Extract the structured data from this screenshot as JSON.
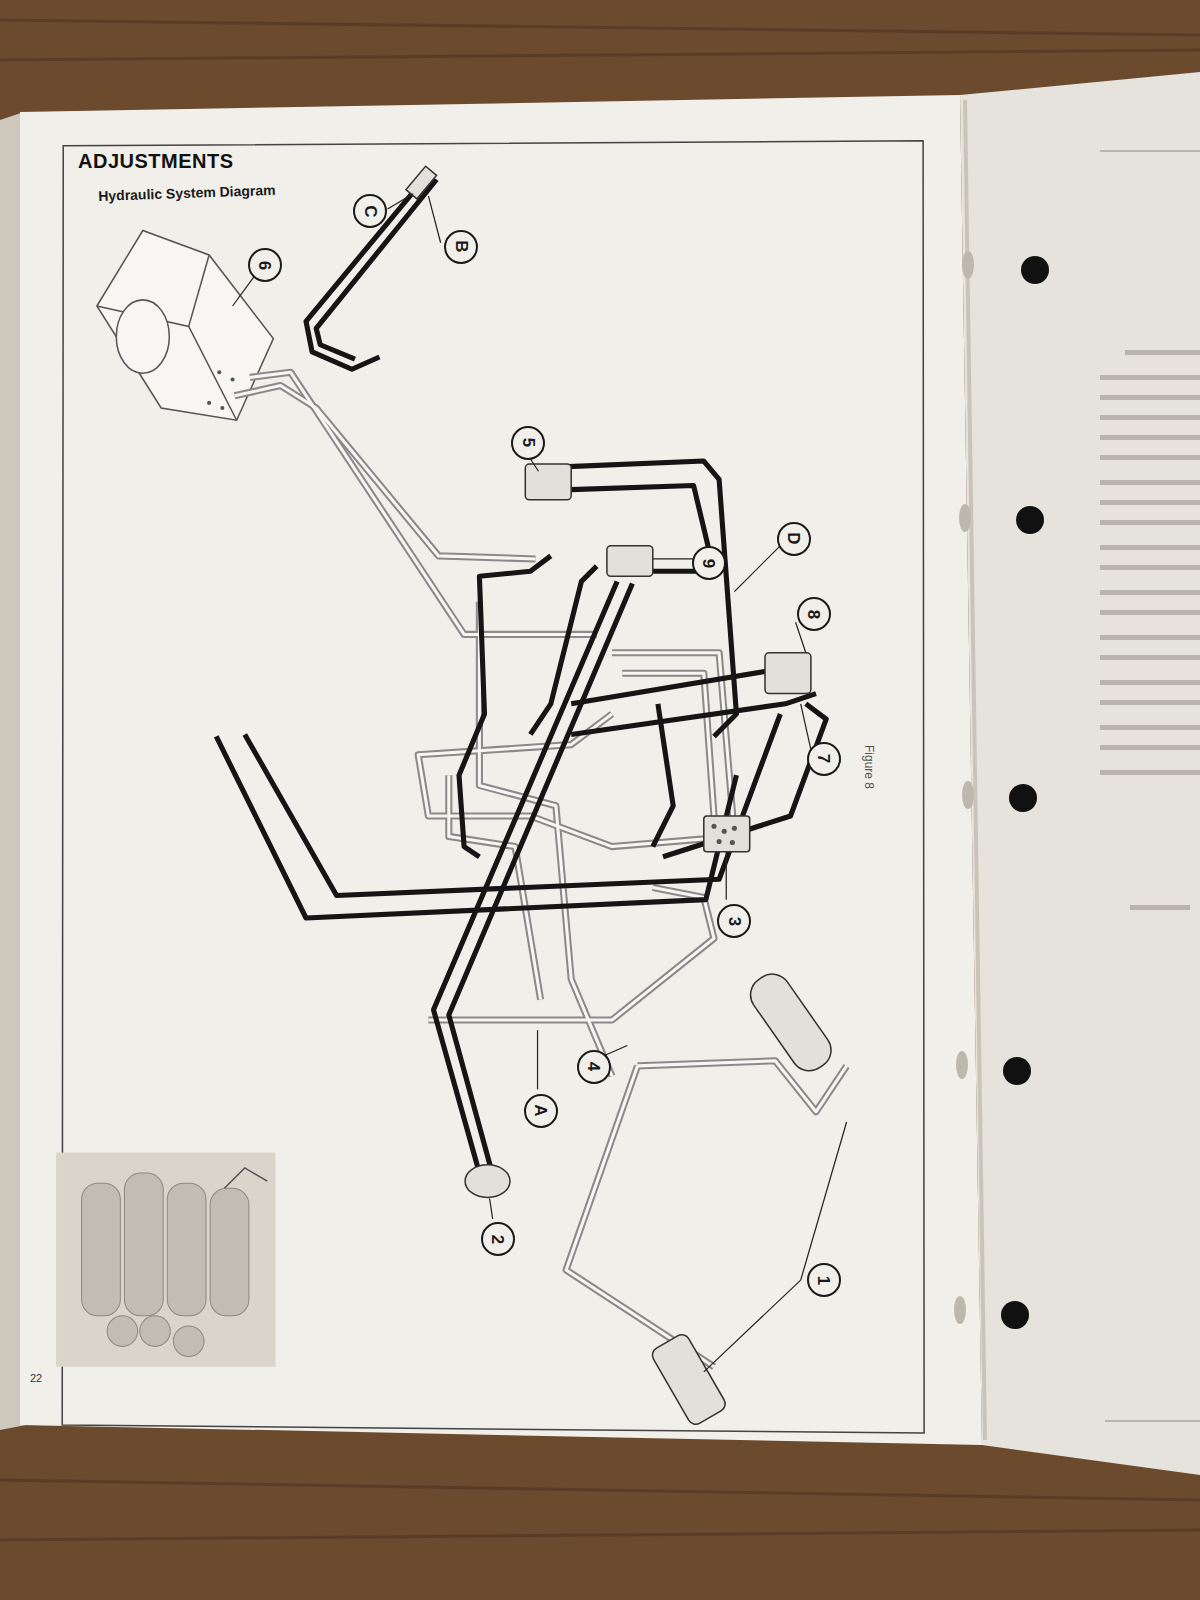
{
  "diagram": {
    "title": "Hydraulic System Diagram",
    "nodes": [
      {
        "text": [
          "C"
        ]
      },
      {
        "text": [
          "B"
        ]
      },
      {
        "text": [
          "6"
        ]
      },
      {
        "text": [
          "5"
        ]
      },
      {
        "text": [
          "9"
        ]
      },
      {
        "text": [
          "D"
        ]
      },
      {
        "text": [
          "8"
        ]
      },
      {
        "text": [
          "7"
        ]
      },
      {
        "text": [
          "3"
        ]
      },
      {
        "text": [
          "4"
        ]
      },
      {
        "text": [
          "A"
        ]
      },
      {
        "text": [
          "2"
        ]
      },
      {
        "text": [
          "1"
        ]
      }
    ],
    "labels": [
      "ADJUSTMENTS",
      "Figure 8",
      "22"
    ]
  }
}
